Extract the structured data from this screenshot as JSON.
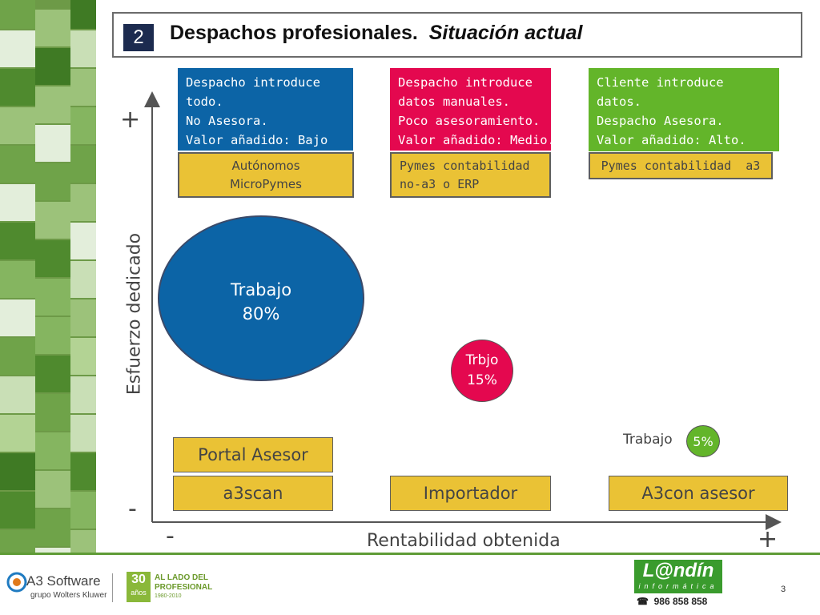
{
  "header": {
    "number": "2",
    "title_main": "Despachos profesionales.",
    "title_italic": "Situación actual"
  },
  "columns": [
    {
      "desc": "Despacho introduce\ntodo.\nNo Asesora.\nValor añadido: Bajo",
      "color": "#0c64a6",
      "segment": "Autónomos\nMicroPymes"
    },
    {
      "desc": "Despacho introduce\ndatos manuales.\nPoco asesoramiento.\nValor añadido: Medio.",
      "color": "#e4084f",
      "segment": "Pymes contabilidad\nno-a3 o ERP"
    },
    {
      "desc": "Cliente introduce\ndatos.\nDespacho Asesora.\nValor añadido: Alto.",
      "color": "#63b52a",
      "segment": "Pymes contabilidad  a3"
    }
  ],
  "axes": {
    "y_label": "Esfuerzo dedicado",
    "x_label": "Rentabilidad obtenida",
    "y_high": "+",
    "y_low": "-",
    "x_low": "-",
    "x_high": "+"
  },
  "bubbles": [
    {
      "label": "Trabajo",
      "value": "80%",
      "color": "#0c64a6"
    },
    {
      "label": "Trbjo",
      "value": "15%",
      "color": "#e4084f"
    },
    {
      "label": "Trabajo ",
      "value": "5%",
      "color": "#63b52a"
    }
  ],
  "tools": {
    "portal_asesor": "Portal Asesor",
    "a3scan": "a3scan",
    "importador": "Importador",
    "a3con_asesor": "A3con asesor"
  },
  "footer": {
    "a3_brand": "A3 Software",
    "a3_group": "grupo Wolters Kluwer",
    "anniv_num": "30",
    "anniv_word": "años",
    "anniv_line1": "AL LADO DEL",
    "anniv_line2": "PROFESIONAL",
    "anniv_years": "1980-2010",
    "landin_logo": "L@ndín",
    "landin_sub": "informática",
    "phone": "986 858 858",
    "page": "3"
  }
}
